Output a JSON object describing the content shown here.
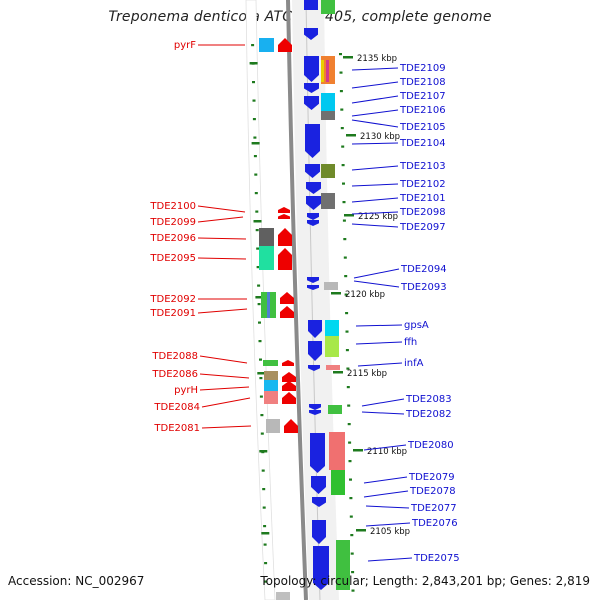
{
  "title": "Treponema denticola ATCC 35405, complete genome",
  "footer": {
    "accession": "Accession: NC_002967",
    "summary": "Topology: circular; Length: 2,843,201 bp; Genes: 2,819"
  },
  "colors": {
    "left_strand_label": "#e00000",
    "right_strand_label": "#1010d0",
    "ruler_tick": "#1e7a1e"
  },
  "kbp_ticks": [
    "2135 kbp",
    "2130 kbp",
    "2125 kbp",
    "2120 kbp",
    "2115 kbp",
    "2110 kbp",
    "2105 kbp"
  ],
  "left_labels": [
    "pyrF",
    "TDE2100",
    "TDE2099",
    "TDE2096",
    "TDE2095",
    "TDE2092",
    "TDE2091",
    "TDE2088",
    "TDE2086",
    "pyrH",
    "TDE2084",
    "TDE2081"
  ],
  "right_labels": [
    "TDE2109",
    "TDE2108",
    "TDE2107",
    "TDE2106",
    "TDE2105",
    "TDE2104",
    "TDE2103",
    "TDE2102",
    "TDE2101",
    "TDE2098",
    "TDE2097",
    "TDE2094",
    "TDE2093",
    "gpsA",
    "ffh",
    "infA",
    "TDE2083",
    "TDE2082",
    "TDE2080",
    "TDE2079",
    "TDE2078",
    "TDE2077",
    "TDE2076",
    "TDE2075"
  ]
}
